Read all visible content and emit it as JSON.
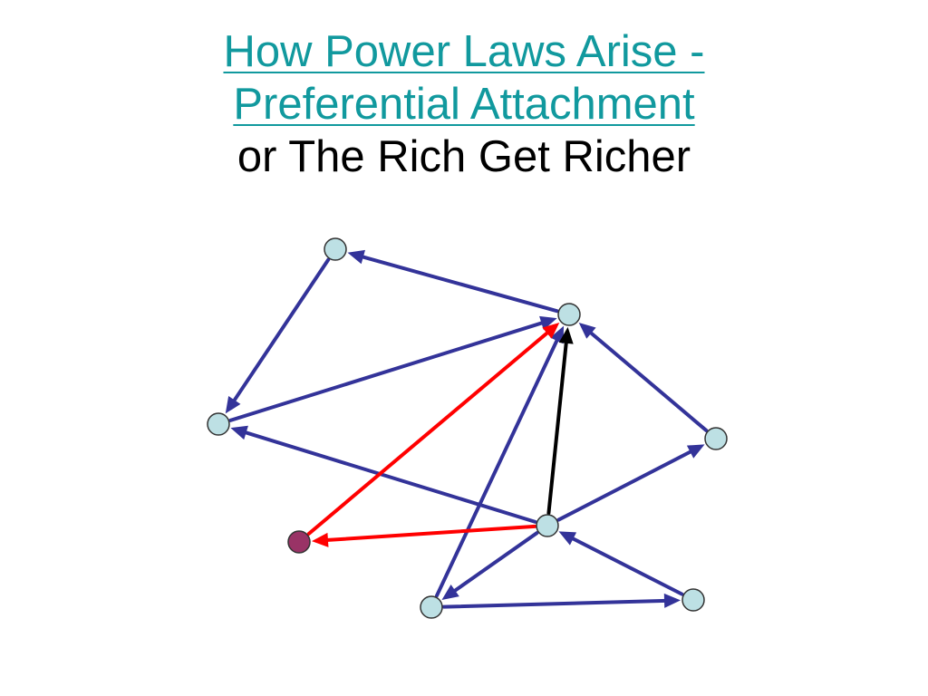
{
  "title": {
    "line1": "How Power Laws Arise -",
    "line2": "Preferential Attachment",
    "line3": "or The Rich Get Richer"
  },
  "colors": {
    "title_link": "#11999e",
    "edge_default": "#333399",
    "edge_new": "#ff0000",
    "edge_highlight": "#000000",
    "node_fill": "#bde0e4",
    "node_new_fill": "#993366"
  },
  "graph": {
    "nodes": [
      {
        "id": "n-top",
        "type": "existing"
      },
      {
        "id": "n-hub",
        "type": "existing"
      },
      {
        "id": "n-left",
        "type": "existing"
      },
      {
        "id": "n-right",
        "type": "existing"
      },
      {
        "id": "n-center",
        "type": "existing"
      },
      {
        "id": "n-new",
        "type": "new"
      },
      {
        "id": "n-bottom-left",
        "type": "existing"
      },
      {
        "id": "n-bottom-right",
        "type": "existing"
      }
    ],
    "edges": [
      {
        "from": "n-hub",
        "to": "n-top",
        "kind": "default"
      },
      {
        "from": "n-top",
        "to": "n-left",
        "kind": "default"
      },
      {
        "from": "n-left",
        "to": "n-hub",
        "kind": "default"
      },
      {
        "from": "n-right",
        "to": "n-hub",
        "kind": "default"
      },
      {
        "from": "n-center",
        "to": "n-left",
        "kind": "default"
      },
      {
        "from": "n-center",
        "to": "n-right",
        "kind": "default"
      },
      {
        "from": "n-bottom-right",
        "to": "n-center",
        "kind": "default"
      },
      {
        "from": "n-center",
        "to": "n-bottom-left",
        "kind": "default"
      },
      {
        "from": "n-bottom-left",
        "to": "n-hub",
        "kind": "default"
      },
      {
        "from": "n-bottom-left",
        "to": "n-bottom-right",
        "kind": "default"
      },
      {
        "from": "n-center",
        "to": "n-hub",
        "kind": "highlight"
      },
      {
        "from": "n-center",
        "to": "n-new",
        "kind": "new"
      },
      {
        "from": "n-new",
        "to": "n-hub",
        "kind": "new"
      }
    ]
  }
}
